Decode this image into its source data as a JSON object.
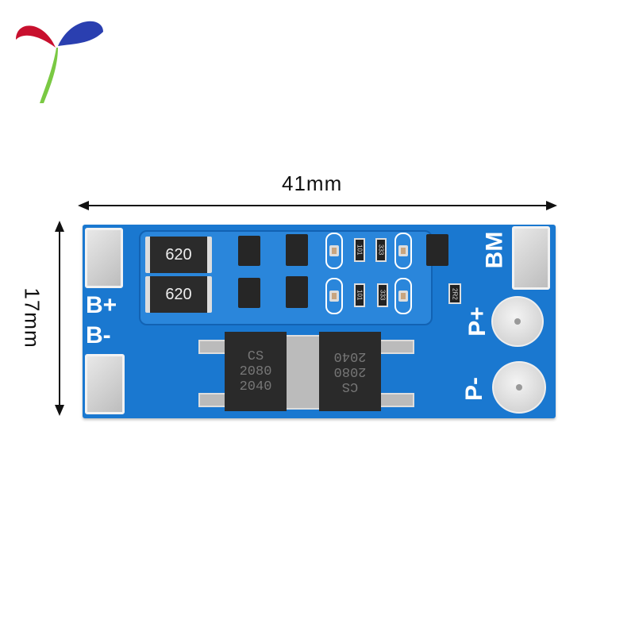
{
  "dimensions": {
    "width_label": "41mm",
    "height_label": "17mm"
  },
  "board": {
    "labels": {
      "b_plus": "B+",
      "b_minus": "B-",
      "bm": "BM",
      "p_plus": "P+",
      "p_minus": "P-"
    },
    "resistors": [
      "620",
      "620"
    ],
    "small_resistors": [
      "101",
      "333",
      "101",
      "333",
      "2R2"
    ],
    "mosfets": [
      {
        "line1": "CS",
        "line2": "2080",
        "line3": "2040"
      },
      {
        "line1": "CS",
        "line2": "2080",
        "line3": "2040"
      }
    ]
  },
  "colors": {
    "pcb": "#1a78d0",
    "logo_red": "#c8102e",
    "logo_blue": "#2a3fb0",
    "logo_green": "#7ac943"
  }
}
